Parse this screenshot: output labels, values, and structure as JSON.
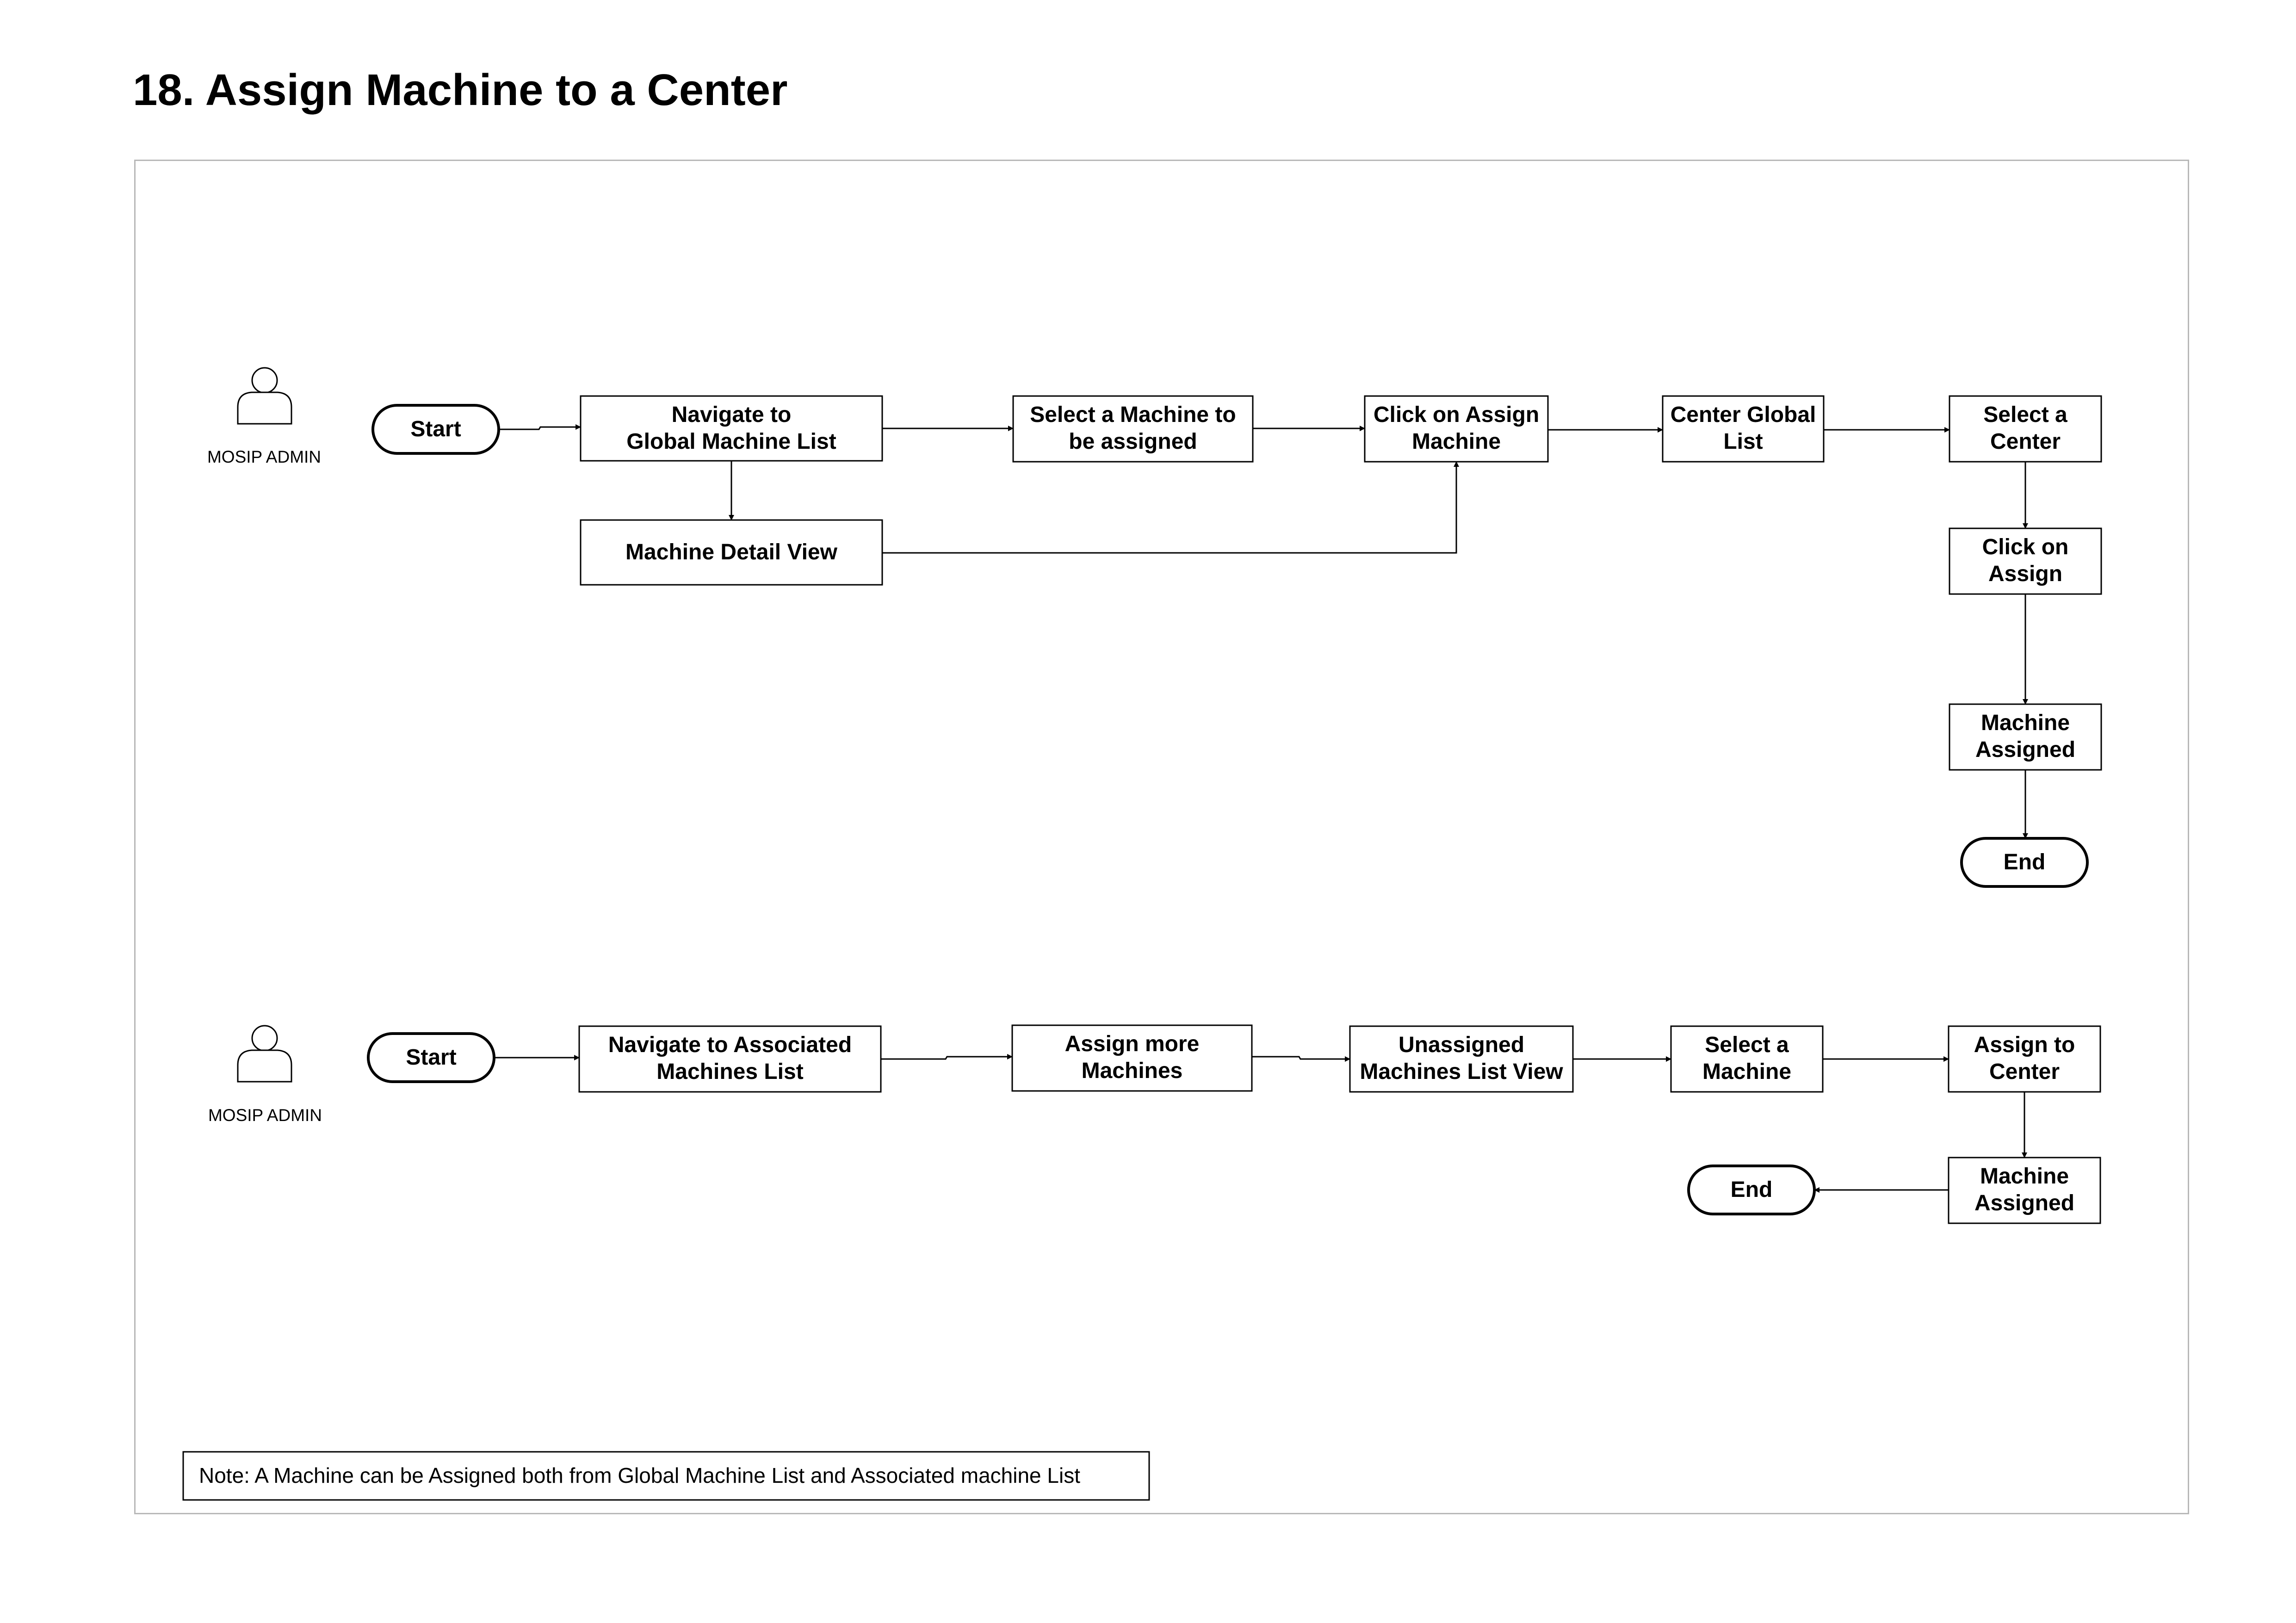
{
  "title": "18. Assign Machine to a Center",
  "actors": {
    "actor1": "MOSIP ADMIN",
    "actor2": "MOSIP ADMIN"
  },
  "flow1": {
    "start": "Start",
    "navigate": [
      "Navigate to",
      "Global Machine List"
    ],
    "detail_view": [
      "Machine Detail View"
    ],
    "select_machine": [
      "Select a Machine to",
      "be assigned"
    ],
    "click_assign_machine": [
      "Click on Assign",
      "Machine"
    ],
    "center_global_list": [
      "Center Global",
      "List"
    ],
    "select_center": [
      "Select a",
      "Center"
    ],
    "click_assign": [
      "Click on",
      "Assign"
    ],
    "machine_assigned": [
      "Machine",
      "Assigned"
    ],
    "end": "End"
  },
  "flow2": {
    "start": "Start",
    "navigate": [
      "Navigate to Associated",
      "Machines List"
    ],
    "assign_more": [
      "Assign more",
      "Machines"
    ],
    "unassigned_view": [
      "Unassigned",
      "Machines List View"
    ],
    "select_machine": [
      "Select a",
      "Machine"
    ],
    "assign_to_center": [
      "Assign to",
      "Center"
    ],
    "machine_assigned": [
      "Machine",
      "Assigned"
    ],
    "end": "End"
  },
  "note": "Note: A Machine can be Assigned both from Global Machine List and Associated machine List"
}
